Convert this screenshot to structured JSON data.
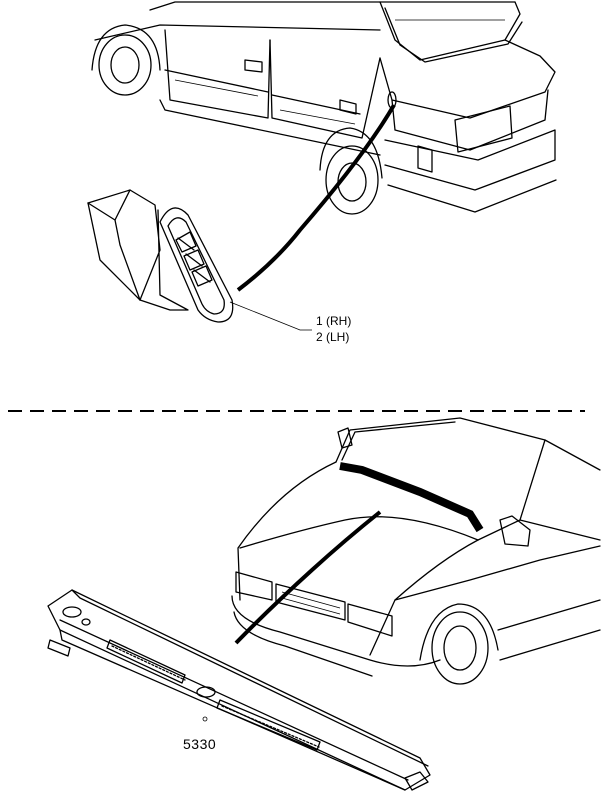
{
  "callouts": {
    "part_rh": "1 (RH)",
    "part_lh": "2 (LH)",
    "part_number": "5330"
  },
  "colors": {
    "line": "#000000",
    "background": "#ffffff"
  }
}
